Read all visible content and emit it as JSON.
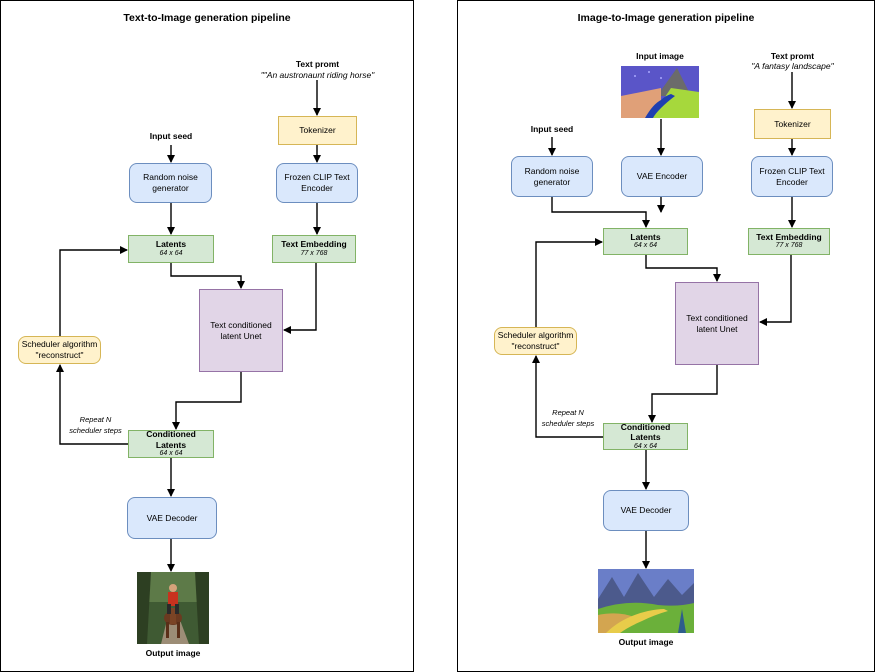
{
  "left": {
    "title": "Text-to-Image generation pipeline",
    "text_prompt_label": "Text promt",
    "text_prompt_value": "\"\"An austronaunt riding horse\"",
    "tokenizer": "Tokenizer",
    "input_seed": "Input seed",
    "random_noise": "Random noise generator",
    "clip_encoder": "Frozen CLIP Text Encoder",
    "latents": "Latents",
    "latents_dim": "64 x 64",
    "text_embedding": "Text Embedding",
    "text_embedding_dim": "77 x 768",
    "unet": "Text conditioned latent Unet",
    "scheduler": "Scheduler algorithm \"reconstruct\"",
    "repeat": "Repeat N scheduler steps",
    "cond_latents": "Conditioned Latents",
    "cond_latents_dim": "64 x 64",
    "vae_decoder": "VAE Decoder",
    "output": "Output image"
  },
  "right": {
    "title": "Image-to-Image generation pipeline",
    "input_image": "Input image",
    "text_prompt_label": "Text promt",
    "text_prompt_value": "\"A fantasy landscape\"",
    "tokenizer": "Tokenizer",
    "input_seed": "Input seed",
    "random_noise": "Random noise generator",
    "vae_encoder": "VAE Encoder",
    "clip_encoder": "Frozen CLIP Text Encoder",
    "latents": "Latents",
    "latents_dim": "64 x 64",
    "text_embedding": "Text Embedding",
    "text_embedding_dim": "77 x 768",
    "unet": "Text conditioned latent Unet",
    "scheduler": "Scheduler algorithm \"reconstruct\"",
    "repeat": "Repeat N scheduler steps",
    "cond_latents": "Conditioned Latents",
    "cond_latents_dim": "64 x 64",
    "vae_decoder": "VAE Decoder",
    "output": "Output image"
  },
  "colors": {
    "blue_fill": "#dae8fc",
    "blue_stroke": "#6c8ebf",
    "yellow_fill": "#fff2cc",
    "yellow_stroke": "#d6b656",
    "green_fill": "#d5e8d4",
    "green_stroke": "#82b366",
    "purple_fill": "#e1d5e7",
    "purple_stroke": "#9673a6"
  }
}
